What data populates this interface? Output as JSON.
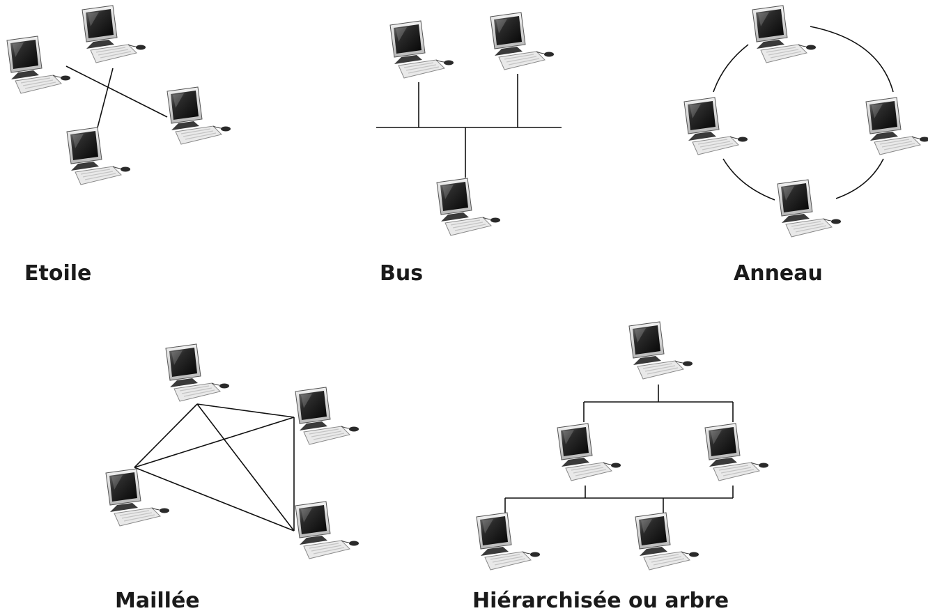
{
  "topologies": [
    {
      "label": "Etoile",
      "computers": 4
    },
    {
      "label": "Bus",
      "computers": 3
    },
    {
      "label": "Anneau",
      "computers": 4
    },
    {
      "label": "Maillée",
      "computers": 4
    },
    {
      "label": "Hiérarchisée ou arbre",
      "computers": 5
    }
  ],
  "icon": "computer-icon"
}
